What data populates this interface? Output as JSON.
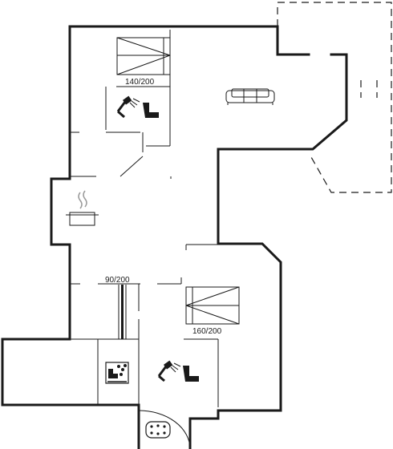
{
  "floorplan": {
    "bed_labels": {
      "upper_bedroom": "140/200",
      "bunk_room": "90/200",
      "lower_bedroom": "160/200"
    },
    "symbols": [
      "bed-icon",
      "shower-icon",
      "toilet-icon",
      "sofa-icon",
      "cooking-pot-icon",
      "sauna-icon",
      "spa-bath-icon"
    ]
  }
}
